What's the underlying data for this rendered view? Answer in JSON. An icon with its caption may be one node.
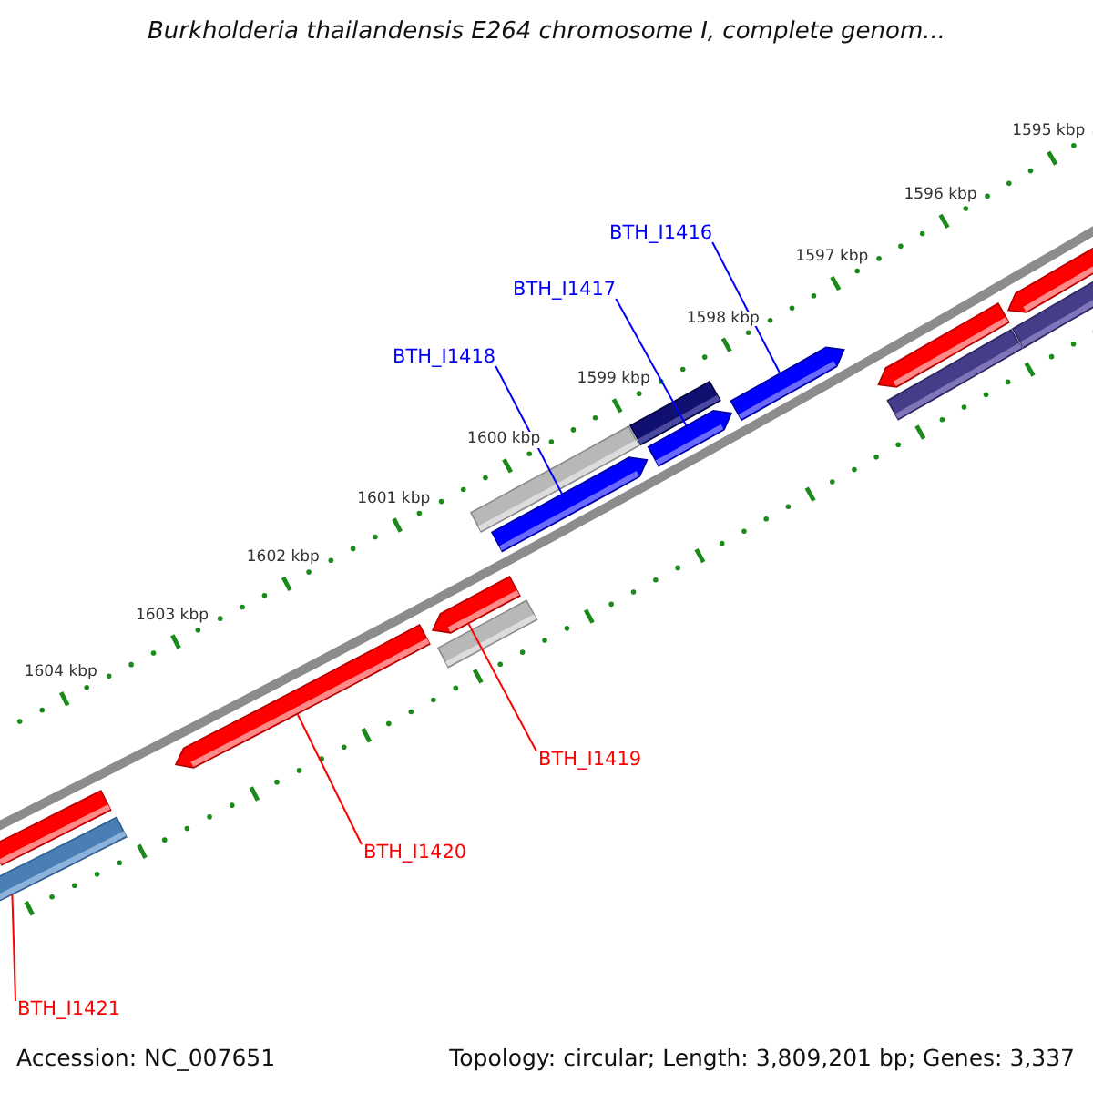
{
  "diagram": {
    "title": "Burkholderia thailandensis E264 chromosome I, complete genom...",
    "nodes": [
      {
        "text": [
          "BTH_I1416"
        ]
      },
      {
        "text": [
          "BTH_I1417"
        ]
      },
      {
        "text": [
          "BTH_I1418"
        ]
      },
      {
        "text": [
          "BTH_I1419"
        ]
      },
      {
        "text": [
          "BTH_I1420"
        ]
      },
      {
        "text": [
          "BTH_I1421"
        ]
      },
      {
        "text": [],
        "shape": "bar"
      },
      {
        "text": [],
        "shape": "bar"
      },
      {
        "text": [],
        "shape": "bar"
      },
      {
        "text": [],
        "shape": "bar"
      },
      {
        "text": [],
        "shape": "bar"
      },
      {
        "text": [],
        "shape": "bar"
      },
      {
        "text": [],
        "shape": "bar"
      },
      {
        "text": [],
        "shape": "bar"
      },
      {
        "text": [],
        "shape": "bar"
      },
      {
        "text": [],
        "shape": "bar"
      },
      {
        "text": [],
        "shape": "bar"
      },
      {
        "text": [],
        "shape": "bar"
      },
      {
        "text": [],
        "shape": "bar"
      },
      {
        "text": [],
        "shape": "bar"
      }
    ],
    "edges": [
      {
        "from": 0,
        "to": 15,
        "arrow": "none",
        "color": "#0000ff"
      },
      {
        "from": 1,
        "to": 14,
        "arrow": "none",
        "color": "#0000ff"
      },
      {
        "from": 2,
        "to": 12,
        "arrow": "none",
        "color": "#0000ff"
      },
      {
        "from": 3,
        "to": 9,
        "arrow": "none",
        "color": "#ff0000"
      },
      {
        "from": 4,
        "to": 8,
        "arrow": "none",
        "color": "#ff0000"
      },
      {
        "from": 5,
        "to": 7,
        "arrow": "none",
        "color": "#ff0000"
      }
    ],
    "labels": [
      "1595 kbp",
      "1596 kbp",
      "1597 kbp",
      "1598 kbp",
      "1599 kbp",
      "1600 kbp",
      "1601 kbp",
      "1602 kbp",
      "1603 kbp",
      "1604 kbp",
      "Accession: NC_007651",
      "Topology: circular; Length: 3,809,201 bp; Genes: 3,337"
    ]
  }
}
